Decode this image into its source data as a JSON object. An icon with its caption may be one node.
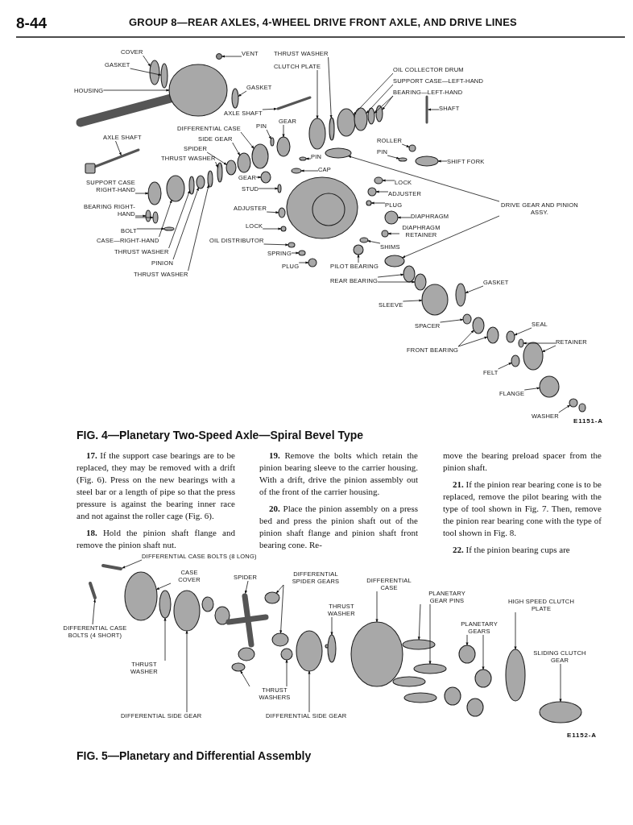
{
  "diagram": {
    "title": "GROUP 8—REAR AXLES, 4-WHEEL DRIVE FRONT AXLE, AND DRIVE LINES",
    "nodes": [
      {
        "text": [
          "COVER"
        ]
      },
      {
        "text": [
          "GASKET"
        ]
      },
      {
        "text": [
          "VENT"
        ]
      },
      {
        "text": [
          "HOUSING"
        ]
      },
      {
        "text": [
          "THRUST WASHER"
        ]
      },
      {
        "text": [
          "CLUTCH PLATE"
        ]
      },
      {
        "text": [
          "GASKET"
        ]
      },
      {
        "text": [
          "AXLE SHAFT"
        ]
      },
      {
        "text": [
          "OIL COLLECTOR DRUM"
        ]
      },
      {
        "text": [
          "SUPPORT CASE—LEFT-HAND"
        ]
      },
      {
        "text": [
          "BEARING—LEFT-HAND"
        ]
      },
      {
        "text": [
          "SHAFT"
        ]
      },
      {
        "text": [
          "GEAR"
        ]
      },
      {
        "text": [
          "PIN"
        ]
      },
      {
        "text": [
          "DIFFERENTIAL CASE"
        ]
      },
      {
        "text": [
          "ROLLER"
        ]
      },
      {
        "text": [
          "PIN"
        ]
      },
      {
        "text": [
          "AXLE SHAFT"
        ]
      },
      {
        "text": [
          "SIDE GEAR"
        ]
      },
      {
        "text": [
          "SPIDER"
        ]
      },
      {
        "text": [
          "THRUST WASHER"
        ]
      },
      {
        "text": [
          "CAP"
        ]
      },
      {
        "text": [
          "PIN"
        ]
      },
      {
        "text": [
          "SHIFT FORK"
        ]
      },
      {
        "text": [
          "LOCK"
        ]
      },
      {
        "text": [
          "GEAR"
        ]
      },
      {
        "text": [
          "STUD"
        ]
      },
      {
        "text": [
          "SUPPORT CASE RIGHT-HAND"
        ]
      },
      {
        "text": [
          "ADJUSTER"
        ]
      },
      {
        "text": [
          "BEARING RIGHT-HAND"
        ]
      },
      {
        "text": [
          "ADJUSTER"
        ]
      },
      {
        "text": [
          "PLUG"
        ]
      },
      {
        "text": [
          "DIAPHRAGM"
        ]
      },
      {
        "text": [
          "DIAPHRAGM RETAINER"
        ]
      },
      {
        "text": [
          "DRIVE GEAR AND PINION ASSY."
        ]
      },
      {
        "text": [
          "BOLT"
        ]
      },
      {
        "text": [
          "SHIMS"
        ]
      },
      {
        "text": [
          "LOCK"
        ]
      },
      {
        "text": [
          "CASE—RIGHT-HAND"
        ]
      },
      {
        "text": [
          "OIL DISTRIBUTOR"
        ]
      },
      {
        "text": [
          "THRUST WASHER"
        ]
      },
      {
        "text": [
          "SPRING"
        ]
      },
      {
        "text": [
          "PINION"
        ]
      },
      {
        "text": [
          "PLUG"
        ]
      },
      {
        "text": [
          "THRUST WASHER"
        ]
      },
      {
        "text": [
          "PILOT BEARING"
        ]
      },
      {
        "text": [
          "REAR BEARING"
        ]
      },
      {
        "text": [
          "GASKET"
        ]
      },
      {
        "text": [
          "SLEEVE"
        ]
      },
      {
        "text": [
          "SPACER"
        ]
      },
      {
        "text": [
          "SEAL"
        ]
      },
      {
        "text": [
          "FRONT BEARING"
        ]
      },
      {
        "text": [
          "RETAINER"
        ]
      },
      {
        "text": [
          "FELT"
        ]
      },
      {
        "text": [
          "FLANGE"
        ]
      },
      {
        "text": [
          "WASHER"
        ]
      },
      {
        "text": [
          "DIFFERENTIAL CASE BOLTS (8 LONG)"
        ]
      },
      {
        "text": [
          "CASE COVER"
        ]
      },
      {
        "text": [
          "SPIDER"
        ]
      },
      {
        "text": [
          "DIFFERENTIAL SPIDER GEARS"
        ]
      },
      {
        "text": [
          "DIFFERENTIAL CASE"
        ]
      },
      {
        "text": [
          "THRUST WASHER"
        ]
      },
      {
        "text": [
          "PLANETARY GEAR PINS"
        ]
      },
      {
        "text": [
          "HIGH SPEED CLUTCH PLATE"
        ]
      },
      {
        "text": [
          "PLANETARY GEARS"
        ]
      },
      {
        "text": [
          "DIFFERENTIAL CASE BOLTS (4 SHORT)"
        ]
      },
      {
        "text": [
          "SLIDING CLUTCH GEAR"
        ]
      },
      {
        "text": [
          "THRUST WASHER"
        ]
      },
      {
        "text": [
          "THRUST WASHERS"
        ]
      },
      {
        "text": [
          "DIFFERENTIAL SIDE GEAR"
        ]
      },
      {
        "text": [
          "DIFFERENTIAL SIDE GEAR"
        ]
      },
      {
        "text": [],
        "shape": "circle"
      },
      {
        "text": [],
        "shape": "circle"
      },
      {
        "text": [],
        "shape": "circle"
      },
      {
        "text": [],
        "shape": "circle"
      },
      {
        "text": [],
        "shape": "circle"
      },
      {
        "text": [],
        "shape": "circle"
      },
      {
        "text": [],
        "shape": "circle"
      },
      {
        "text": [],
        "shape": "bar"
      },
      {
        "text": [],
        "shape": "circle"
      },
      {
        "text": [],
        "shape": "circle"
      },
      {
        "text": [],
        "shape": "circle"
      },
      {
        "text": [],
        "shape": "circle"
      },
      {
        "text": [],
        "shape": "bar"
      },
      {
        "text": [],
        "shape": "circle"
      },
      {
        "text": [],
        "shape": "circle"
      },
      {
        "text": [],
        "shape": "circle"
      },
      {
        "text": [],
        "shape": "circle"
      },
      {
        "text": [],
        "shape": "circle"
      },
      {
        "text": [],
        "shape": "bar"
      },
      {
        "text": [],
        "shape": "circle"
      },
      {
        "text": [],
        "shape": "circle"
      },
      {
        "text": [],
        "shape": "circle"
      },
      {
        "text": [],
        "shape": "circle"
      },
      {
        "text": [],
        "shape": "circle"
      },
      {
        "text": [],
        "shape": "circle"
      },
      {
        "text": [],
        "shape": "circle"
      },
      {
        "text": [],
        "shape": "circle"
      },
      {
        "text": [],
        "shape": "circle"
      },
      {
        "text": [],
        "shape": "circle"
      },
      {
        "text": [],
        "shape": "circle"
      },
      {
        "text": [],
        "shape": "circle"
      },
      {
        "text": [],
        "shape": "circle"
      },
      {
        "text": [],
        "shape": "circle"
      },
      {
        "text": [],
        "shape": "circle"
      },
      {
        "text": [],
        "shape": "circle"
      },
      {
        "text": [],
        "shape": "circle"
      },
      {
        "text": [],
        "shape": "circle"
      },
      {
        "text": [],
        "shape": "circle"
      },
      {
        "text": [],
        "shape": "circle"
      },
      {
        "text": [],
        "shape": "circle"
      },
      {
        "text": [],
        "shape": "circle"
      },
      {
        "text": [],
        "shape": "circle"
      },
      {
        "text": [],
        "shape": "circle"
      },
      {
        "text": [],
        "shape": "circle"
      },
      {
        "text": [],
        "shape": "circle"
      },
      {
        "text": [],
        "shape": "circle"
      },
      {
        "text": [],
        "shape": "circle"
      },
      {
        "text": [],
        "shape": "circle"
      },
      {
        "text": [],
        "shape": "circle"
      },
      {
        "text": [],
        "shape": "circle"
      },
      {
        "text": [],
        "shape": "circle"
      },
      {
        "text": [],
        "shape": "circle"
      },
      {
        "text": [],
        "shape": "circle"
      },
      {
        "text": [],
        "shape": "circle"
      },
      {
        "text": [],
        "shape": "circle"
      },
      {
        "text": [],
        "shape": "circle"
      },
      {
        "text": [],
        "shape": "circle"
      },
      {
        "text": [],
        "shape": "circle"
      },
      {
        "text": [],
        "shape": "circle"
      },
      {
        "text": [],
        "shape": "circle"
      },
      {
        "text": [],
        "shape": "circle"
      },
      {
        "text": [],
        "shape": "circle"
      },
      {
        "text": [],
        "shape": "bar"
      },
      {
        "text": [],
        "shape": "circle"
      },
      {
        "text": [],
        "shape": "bar"
      },
      {
        "text": [],
        "shape": "circle"
      },
      {
        "text": [],
        "shape": "circle"
      },
      {
        "text": [],
        "shape": "circle"
      },
      {
        "text": [],
        "shape": "circle"
      },
      {
        "text": [],
        "shape": "circle"
      },
      {
        "text": [],
        "shape": "circle"
      },
      {
        "text": [],
        "shape": "circle"
      },
      {
        "text": [],
        "shape": "circle"
      },
      {
        "text": [],
        "shape": "circle"
      },
      {
        "text": [],
        "shape": "bar"
      },
      {
        "text": [],
        "shape": "circle"
      },
      {
        "text": [],
        "shape": "circle"
      },
      {
        "text": [],
        "shape": "circle"
      },
      {
        "text": [],
        "shape": "circle"
      },
      {
        "text": [],
        "shape": "circle"
      },
      {
        "text": [],
        "shape": "circle"
      }
    ],
    "edges": [
      {
        "from": 0,
        "to": 71,
        "arrow": "to"
      },
      {
        "from": 1,
        "to": 72,
        "arrow": "to"
      },
      {
        "from": 2,
        "to": 73,
        "arrow": "to"
      },
      {
        "from": 3,
        "to": 74,
        "arrow": "to"
      },
      {
        "from": 4,
        "to": 75,
        "arrow": "to"
      },
      {
        "from": 5,
        "to": 76,
        "arrow": "to"
      },
      {
        "from": 6,
        "to": 77,
        "arrow": "to"
      },
      {
        "from": 7,
        "to": 78,
        "arrow": "to"
      },
      {
        "from": 8,
        "to": 79,
        "arrow": "to"
      },
      {
        "from": 9,
        "to": 80,
        "arrow": "to"
      },
      {
        "from": 10,
        "to": 81,
        "arrow": "to"
      },
      {
        "from": 10,
        "to": 82,
        "arrow": "to"
      },
      {
        "from": 11,
        "to": 83,
        "arrow": "to"
      },
      {
        "from": 12,
        "to": 84,
        "arrow": "to"
      },
      {
        "from": 13,
        "to": 85,
        "arrow": "to"
      },
      {
        "from": 14,
        "to": 86,
        "arrow": "to"
      },
      {
        "from": 15,
        "to": 87,
        "arrow": "to"
      },
      {
        "from": 16,
        "to": 88,
        "arrow": "to"
      },
      {
        "from": 17,
        "to": 89,
        "arrow": "to"
      },
      {
        "from": 18,
        "to": 90,
        "arrow": "to"
      },
      {
        "from": 19,
        "to": 91,
        "arrow": "to"
      },
      {
        "from": 20,
        "to": 92,
        "arrow": "to"
      },
      {
        "from": 21,
        "to": 93,
        "arrow": "to"
      },
      {
        "from": 22,
        "to": 94,
        "arrow": "to"
      },
      {
        "from": 23,
        "to": 95,
        "arrow": "to"
      },
      {
        "from": 24,
        "to": 96,
        "arrow": "to"
      },
      {
        "from": 25,
        "to": 97,
        "arrow": "to"
      },
      {
        "from": 26,
        "to": 98,
        "arrow": "to"
      },
      {
        "from": 27,
        "to": 99,
        "arrow": "to"
      },
      {
        "from": 28,
        "to": 100,
        "arrow": "to"
      },
      {
        "from": 29,
        "to": 101,
        "arrow": "to"
      },
      {
        "from": 29,
        "to": 102,
        "arrow": "to"
      },
      {
        "from": 30,
        "to": 103,
        "arrow": "to"
      },
      {
        "from": 31,
        "to": 104,
        "arrow": "to"
      },
      {
        "from": 32,
        "to": 105,
        "arrow": "to"
      },
      {
        "from": 33,
        "to": 106,
        "arrow": "to"
      },
      {
        "from": 34,
        "to": 107,
        "arrow": "to"
      },
      {
        "from": 34,
        "to": 108,
        "arrow": "to"
      },
      {
        "from": 35,
        "to": 109,
        "arrow": "to"
      },
      {
        "from": 36,
        "to": 110,
        "arrow": "to"
      },
      {
        "from": 37,
        "to": 111,
        "arrow": "to"
      },
      {
        "from": 38,
        "to": 112,
        "arrow": "to"
      },
      {
        "from": 39,
        "to": 113,
        "arrow": "to"
      },
      {
        "from": 40,
        "to": 114,
        "arrow": "to"
      },
      {
        "from": 41,
        "to": 115,
        "arrow": "to"
      },
      {
        "from": 42,
        "to": 116,
        "arrow": "to"
      },
      {
        "from": 43,
        "to": 117,
        "arrow": "to"
      },
      {
        "from": 44,
        "to": 118,
        "arrow": "to"
      },
      {
        "from": 45,
        "to": 119,
        "arrow": "to"
      },
      {
        "from": 46,
        "to": 120,
        "arrow": "to"
      },
      {
        "from": 46,
        "to": 121,
        "arrow": "to"
      },
      {
        "from": 47,
        "to": 122,
        "arrow": "to"
      },
      {
        "from": 48,
        "to": 123,
        "arrow": "to"
      },
      {
        "from": 49,
        "to": 124,
        "arrow": "to"
      },
      {
        "from": 50,
        "to": 125,
        "arrow": "to"
      },
      {
        "from": 51,
        "to": 126,
        "arrow": "to"
      },
      {
        "from": 51,
        "to": 127,
        "arrow": "to"
      },
      {
        "from": 52,
        "to": 128,
        "arrow": "to"
      },
      {
        "from": 52,
        "to": 129,
        "arrow": "to"
      },
      {
        "from": 53,
        "to": 130,
        "arrow": "to"
      },
      {
        "from": 54,
        "to": 131,
        "arrow": "to"
      },
      {
        "from": 55,
        "to": 132,
        "arrow": "to"
      },
      {
        "from": 56,
        "to": 133,
        "arrow": "to"
      },
      {
        "from": 57,
        "to": 134,
        "arrow": "to"
      },
      {
        "from": 58,
        "to": 135,
        "arrow": "to"
      },
      {
        "from": 59,
        "to": 136,
        "arrow": "to"
      },
      {
        "from": 59,
        "to": 137,
        "arrow": "to"
      },
      {
        "from": 60,
        "to": 138,
        "arrow": "to"
      },
      {
        "from": 61,
        "to": 139,
        "arrow": "to"
      },
      {
        "from": 62,
        "to": 140,
        "arrow": "to"
      },
      {
        "from": 62,
        "to": 141,
        "arrow": "to"
      },
      {
        "from": 63,
        "to": 142,
        "arrow": "to"
      },
      {
        "from": 64,
        "to": 143,
        "arrow": "to"
      },
      {
        "from": 64,
        "to": 144,
        "arrow": "to"
      },
      {
        "from": 65,
        "to": 145,
        "arrow": "to"
      },
      {
        "from": 66,
        "to": 146,
        "arrow": "to"
      },
      {
        "from": 67,
        "to": 147,
        "arrow": "to"
      },
      {
        "from": 68,
        "to": 148,
        "arrow": "to"
      },
      {
        "from": 68,
        "to": 149,
        "arrow": "to"
      },
      {
        "from": 69,
        "to": 150,
        "arrow": "to"
      },
      {
        "from": 70,
        "to": 151,
        "arrow": "to"
      }
    ],
    "labels": [
      "8-44",
      "E1151-A",
      "FIG. 4—Planetary Two-Speed Axle—Spiral Bevel Type",
      "**17.** If the support case bearings are to be replaced, they may be removed with a drift (Fig. 6). Press on the new bearings with a steel bar or a length of pipe so that the press pressure is against the bearing inner race and not against the roller cage (Fig. 6).",
      "**18.** Hold the pinion shaft flange and remove the pinion shaft nut.",
      "**19.** Remove the bolts which retain the pinion bearing sleeve to the carrier housing. With a drift, drive the pinion assembly out of the front of the carrier housing.",
      "**20.** Place the pinion assembly on a press bed and press the pinion shaft out of the pinion shaft flange and pinion shaft front bearing cone. Re-",
      "move the bearing preload spacer from the pinion shaft.",
      "**21.** If the pinion rear bearing cone is to be replaced, remove the pilot bearing with the type of tool shown in Fig. 7. Then, remove the pinion rear bearing cone with the type of tool shown in Fig. 8.",
      "**22.** If the pinion bearing cups are",
      "E1152-A",
      "FIG. 5—Planetary and Differential Assembly"
    ]
  }
}
